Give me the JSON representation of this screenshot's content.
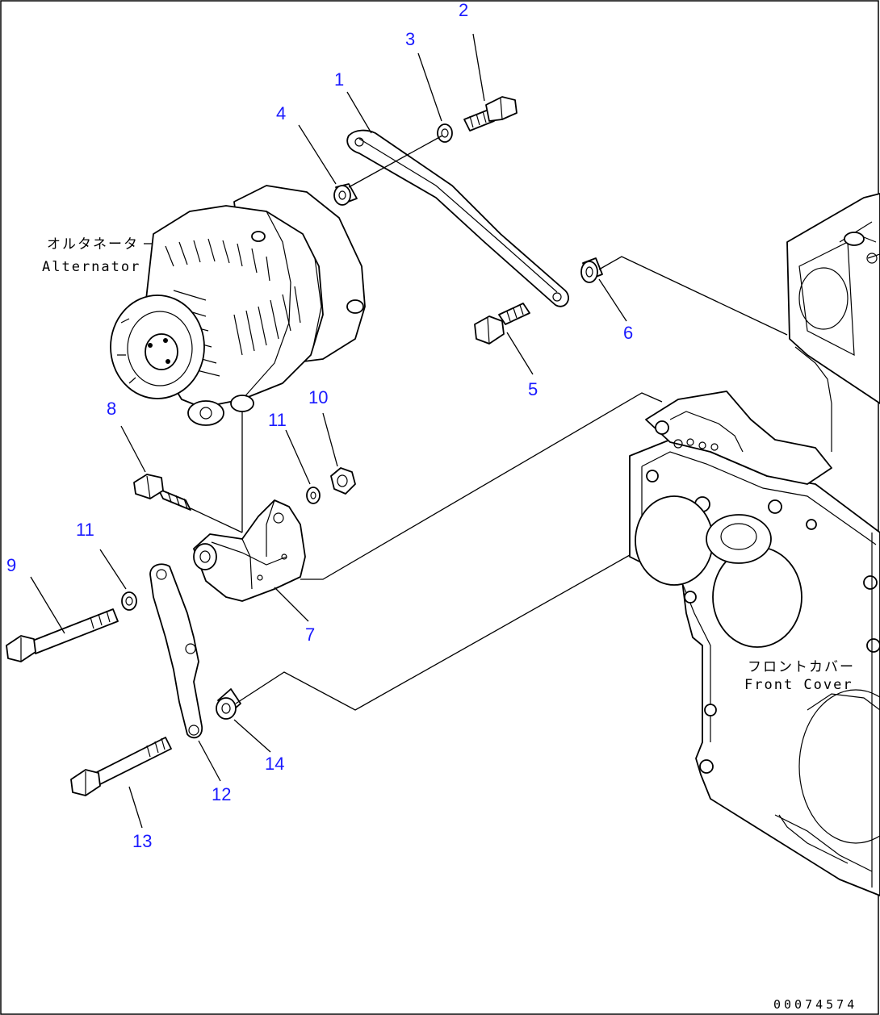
{
  "parts": [
    {
      "id": "part-1",
      "number": "1"
    },
    {
      "id": "part-2",
      "number": "2"
    },
    {
      "id": "part-3",
      "number": "3"
    },
    {
      "id": "part-4",
      "number": "4"
    },
    {
      "id": "part-5",
      "number": "5"
    },
    {
      "id": "part-6",
      "number": "6"
    },
    {
      "id": "part-7",
      "number": "7"
    },
    {
      "id": "part-8",
      "number": "8"
    },
    {
      "id": "part-9",
      "number": "9"
    },
    {
      "id": "part-10",
      "number": "10"
    },
    {
      "id": "part-11a",
      "number": "11"
    },
    {
      "id": "part-11b",
      "number": "11"
    },
    {
      "id": "part-12",
      "number": "12"
    },
    {
      "id": "part-13",
      "number": "13"
    },
    {
      "id": "part-14",
      "number": "14"
    }
  ],
  "labels": {
    "alternator_jp": "オルタネータ",
    "alternator_en": "Alternator",
    "front_cover_jp": "フロントカバー",
    "front_cover_en": "Front Cover"
  },
  "document_id": "00074574",
  "colors": {
    "part_number": "#1a1aff",
    "line": "#000000",
    "background": "#ffffff"
  }
}
